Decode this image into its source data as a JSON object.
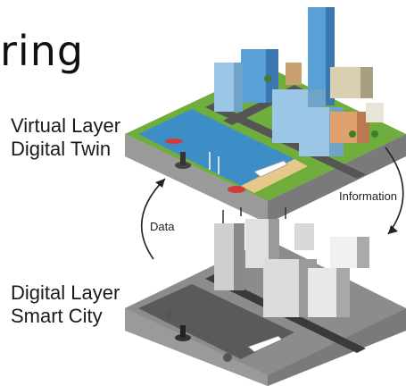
{
  "title_fragment": "ring",
  "virtual_layer": {
    "line1": "Virtual Layer",
    "line2": "Digital Twin"
  },
  "digital_layer": {
    "line1": "Digital Layer",
    "line2": "Smart City"
  },
  "arrows": {
    "data_label": "Data",
    "information_label": "Information"
  },
  "colors": {
    "water": "#3d8ec7",
    "grass": "#6fae3c",
    "sand": "#e6c98a",
    "glass": "#5aa0d8",
    "gray_dark": "#5a5a5a",
    "gray_light": "#cfcfcf"
  }
}
